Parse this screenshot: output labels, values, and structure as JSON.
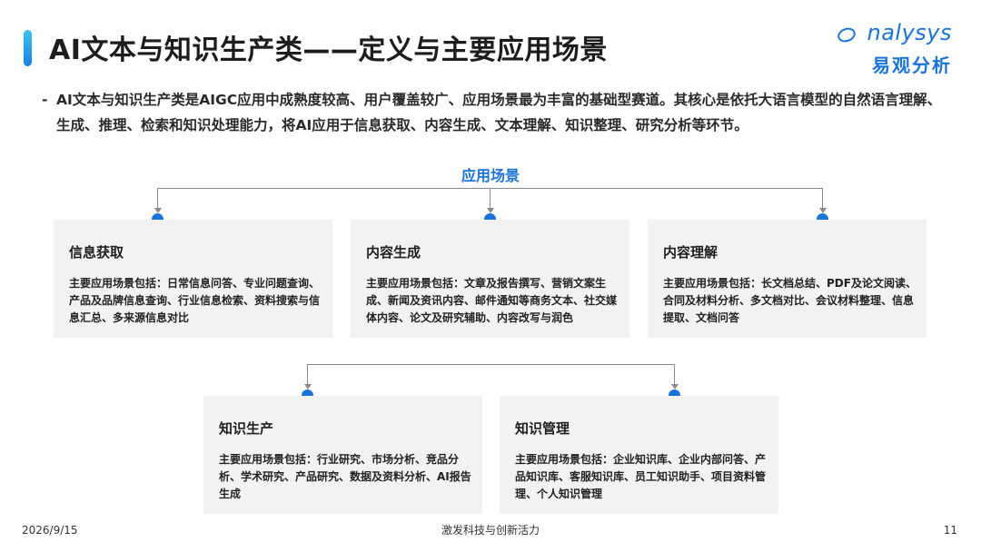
{
  "header": {
    "title": "AI文本与知识生产类——定义与主要应用场景",
    "logo_en": "nalysys",
    "logo_cn": "易观分析"
  },
  "intro": {
    "dash": "-",
    "text": "AI文本与知识生产类是AIGC应用中成熟度较高、用户覆盖较广、应用场景最为丰富的基础型赛道。其核心是依托大语言模型的自然语言理解、生成、推理、检索和知识处理能力，将AI应用于信息获取、内容生成、文本理解、知识整理、研究分析等环节。"
  },
  "diagram": {
    "root_label": "应用场景",
    "cards": [
      {
        "title": "信息获取",
        "body": "主要应用场景包括：日常信息问答、专业问题查询、产品及品牌信息查询、行业信息检索、资料搜索与信息汇总、多来源信息对比"
      },
      {
        "title": "内容生成",
        "body": "主要应用场景包括：文章及报告撰写、营销文案生成、新闻及资讯内容、邮件通知等商务文本、社交媒体内容、论文及研究辅助、内容改写与润色"
      },
      {
        "title": "内容理解",
        "body": "主要应用场景包括：长文档总结、PDF及论文阅读、合同及材料分析、多文档对比、会议材料整理、信息提取、文档问答"
      },
      {
        "title": "知识生产",
        "body": "主要应用场景包括：行业研究、市场分析、竞品分析、学术研究、产品研究、数据及资料分析、AI报告生成"
      },
      {
        "title": "知识管理",
        "body": "主要应用场景包括：企业知识库、企业内部问答、产品知识库、客服知识库、员工知识助手、项目资料管理、个人知识管理"
      }
    ]
  },
  "footer": {
    "date": "2026/9/15",
    "slogan": "激发科技与创新活力",
    "page": "11"
  },
  "colors": {
    "accent": "#1a73d9",
    "card_bg": "#f2f2f2",
    "connector": "#8a8a8a"
  }
}
